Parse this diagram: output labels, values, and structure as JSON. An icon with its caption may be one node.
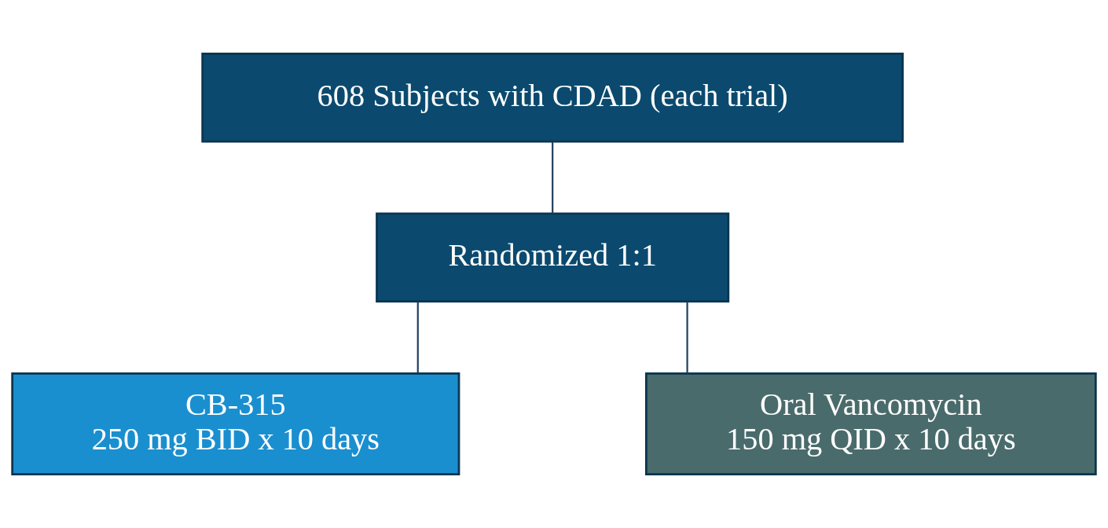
{
  "diagram": {
    "nodes": [
      {
        "text": [
          "608 Subjects with CDAD (each trial)"
        ]
      },
      {
        "text": [
          "Randomized 1:1"
        ]
      },
      {
        "text": [
          "CB-315",
          "250 mg BID x 10 days"
        ]
      },
      {
        "text": [
          "Oral Vancomycin",
          "150 mg QID x 10 days"
        ]
      }
    ],
    "edges": [
      {
        "from": 0,
        "to": 1,
        "arrow": "none"
      },
      {
        "from": 1,
        "to": 2,
        "arrow": "none"
      },
      {
        "from": 1,
        "to": 3,
        "arrow": "none"
      }
    ]
  }
}
